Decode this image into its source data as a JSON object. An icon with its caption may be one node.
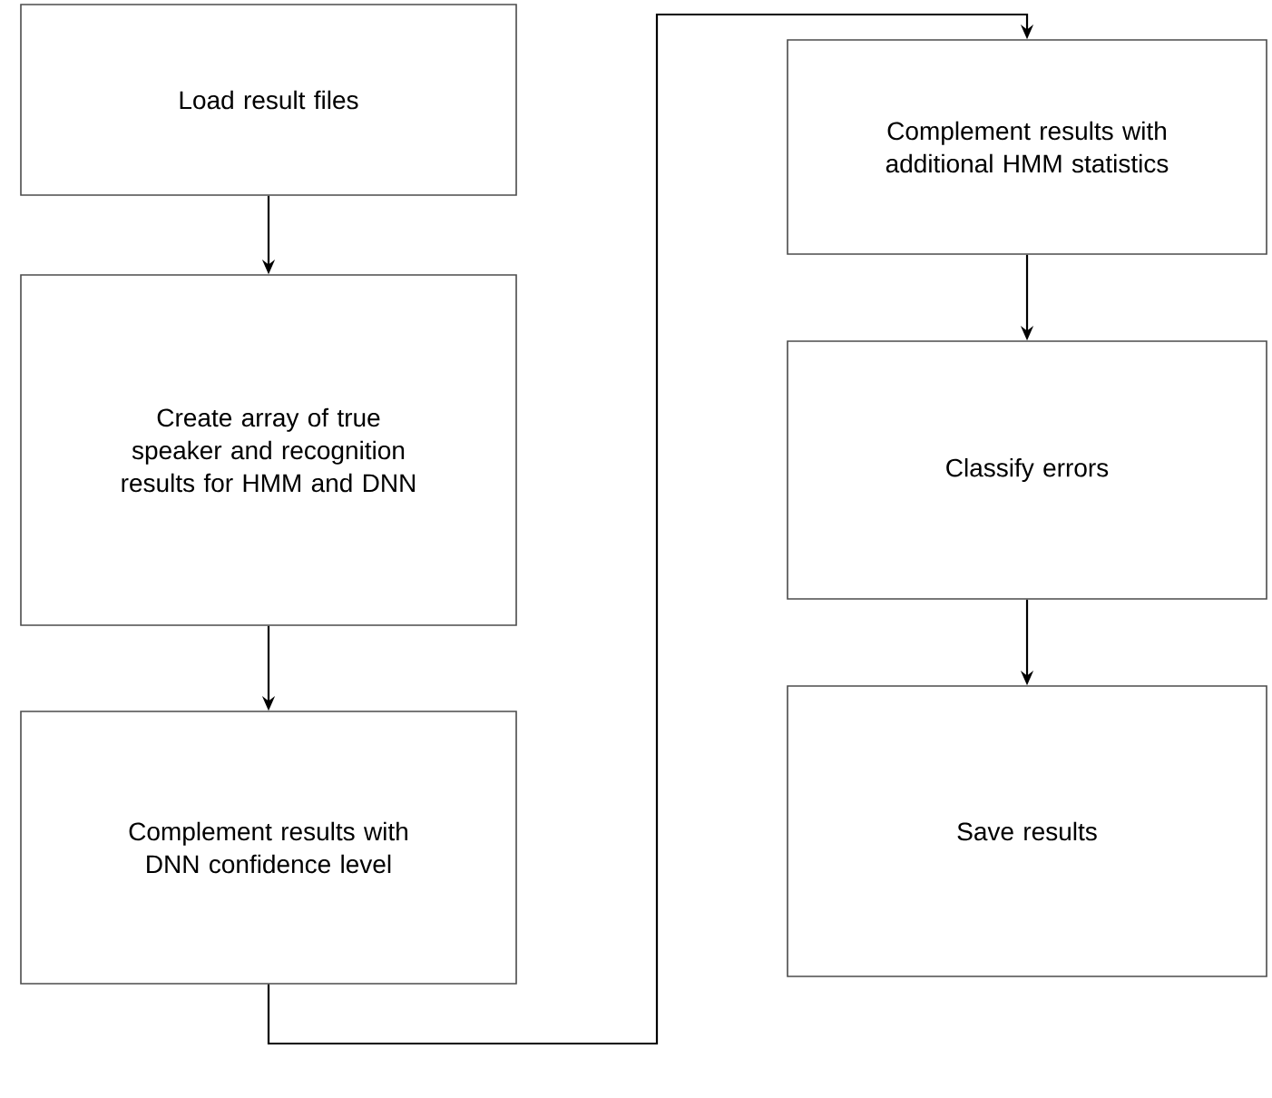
{
  "diagram": {
    "nodes": [
      {
        "text": [
          "Load result files"
        ]
      },
      {
        "text": [
          "Create array of true speaker and recognition results for HMM and DNN"
        ]
      },
      {
        "text": [
          "Complement results with DNN confidence level"
        ]
      },
      {
        "text": [
          "Complement results with additional HMM statistics"
        ]
      },
      {
        "text": [
          "Classify errors"
        ]
      },
      {
        "text": [
          "Save results"
        ]
      }
    ],
    "edges": [
      {
        "from": 0,
        "to": 1,
        "arrow": "to"
      },
      {
        "from": 1,
        "to": 2,
        "arrow": "to"
      },
      {
        "from": 2,
        "to": 3,
        "arrow": "to"
      },
      {
        "from": 3,
        "to": 4,
        "arrow": "to"
      },
      {
        "from": 4,
        "to": 5,
        "arrow": "to"
      }
    ]
  }
}
